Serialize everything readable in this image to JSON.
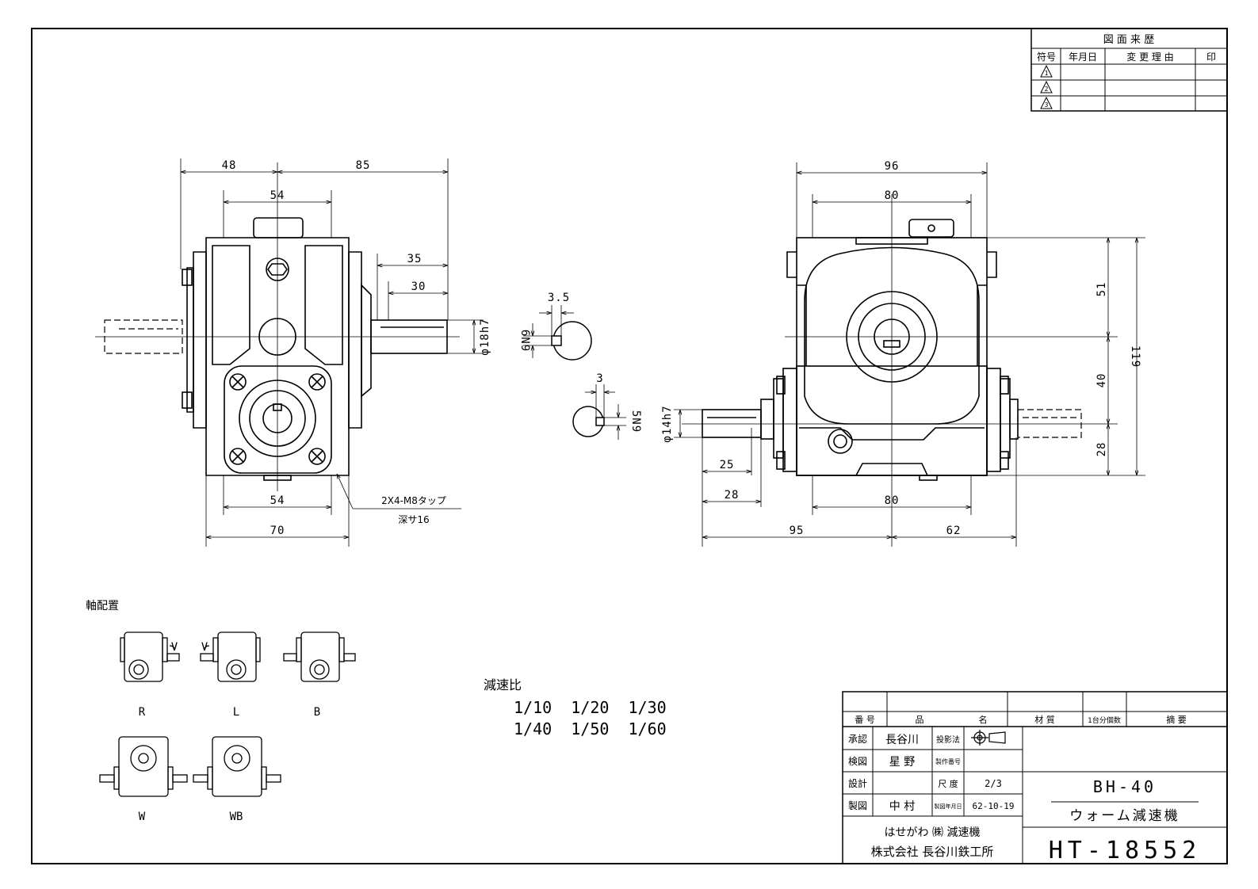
{
  "revision_table": {
    "title": "図 面 来 歴",
    "headers": [
      "符号",
      "年月日",
      "変 更 理 由",
      "印"
    ],
    "rows": [
      "1",
      "2",
      "3"
    ]
  },
  "front_view": {
    "dims": {
      "d48": "48",
      "d85": "85",
      "d54_top": "54",
      "d35": "35",
      "d30": "30",
      "d54_bottom": "54",
      "d70": "70",
      "shaft_dia": "φ18h7"
    },
    "tap_note": "2X4-M8タップ",
    "tap_depth": "深サ16"
  },
  "key_details": {
    "d35": "3.5",
    "slot_upper": "6N9",
    "d3": "3",
    "slot_lower": "5N9"
  },
  "side_view": {
    "dims": {
      "d96": "96",
      "d80_top": "80",
      "d51": "51",
      "d40": "40",
      "d28_right": "28",
      "d119": "119",
      "shaft_dia": "φ14h7",
      "d25": "25",
      "d28_left": "28",
      "d80_bottom": "80",
      "d95": "95",
      "d62": "62"
    }
  },
  "shaft_arrangement": {
    "title": "軸配置",
    "labels": [
      "R",
      "L",
      "B",
      "W",
      "WB"
    ]
  },
  "reduction": {
    "title": "減速比",
    "row1": "1/10  1/20  1/30",
    "row2": "1/40  1/50  1/60"
  },
  "title_block": {
    "header": {
      "no": "番 号",
      "name_a": "品",
      "name_b": "名",
      "material": "材 質",
      "qty": "1台分個数",
      "remark": "摘 要"
    },
    "approve_label": "承認",
    "approve_name": "長谷川",
    "check_label": "検図",
    "check_name": "星 野",
    "design_label": "設計",
    "design_name": "",
    "drawn_label": "製図",
    "drawn_name": "中 村",
    "proj_label": "投影法",
    "mfg_label": "製作番号",
    "scale_label": "尺 度",
    "scale_value": "2/3",
    "date_label": "製図年月日",
    "date_value": "62-10-19",
    "brand": "はせがわ ㈱ 減速機",
    "company": "株式会社 長谷川鉄工所",
    "model": "BH-40",
    "product": "ウォーム減速機",
    "drawing_no": "HT-18552"
  }
}
